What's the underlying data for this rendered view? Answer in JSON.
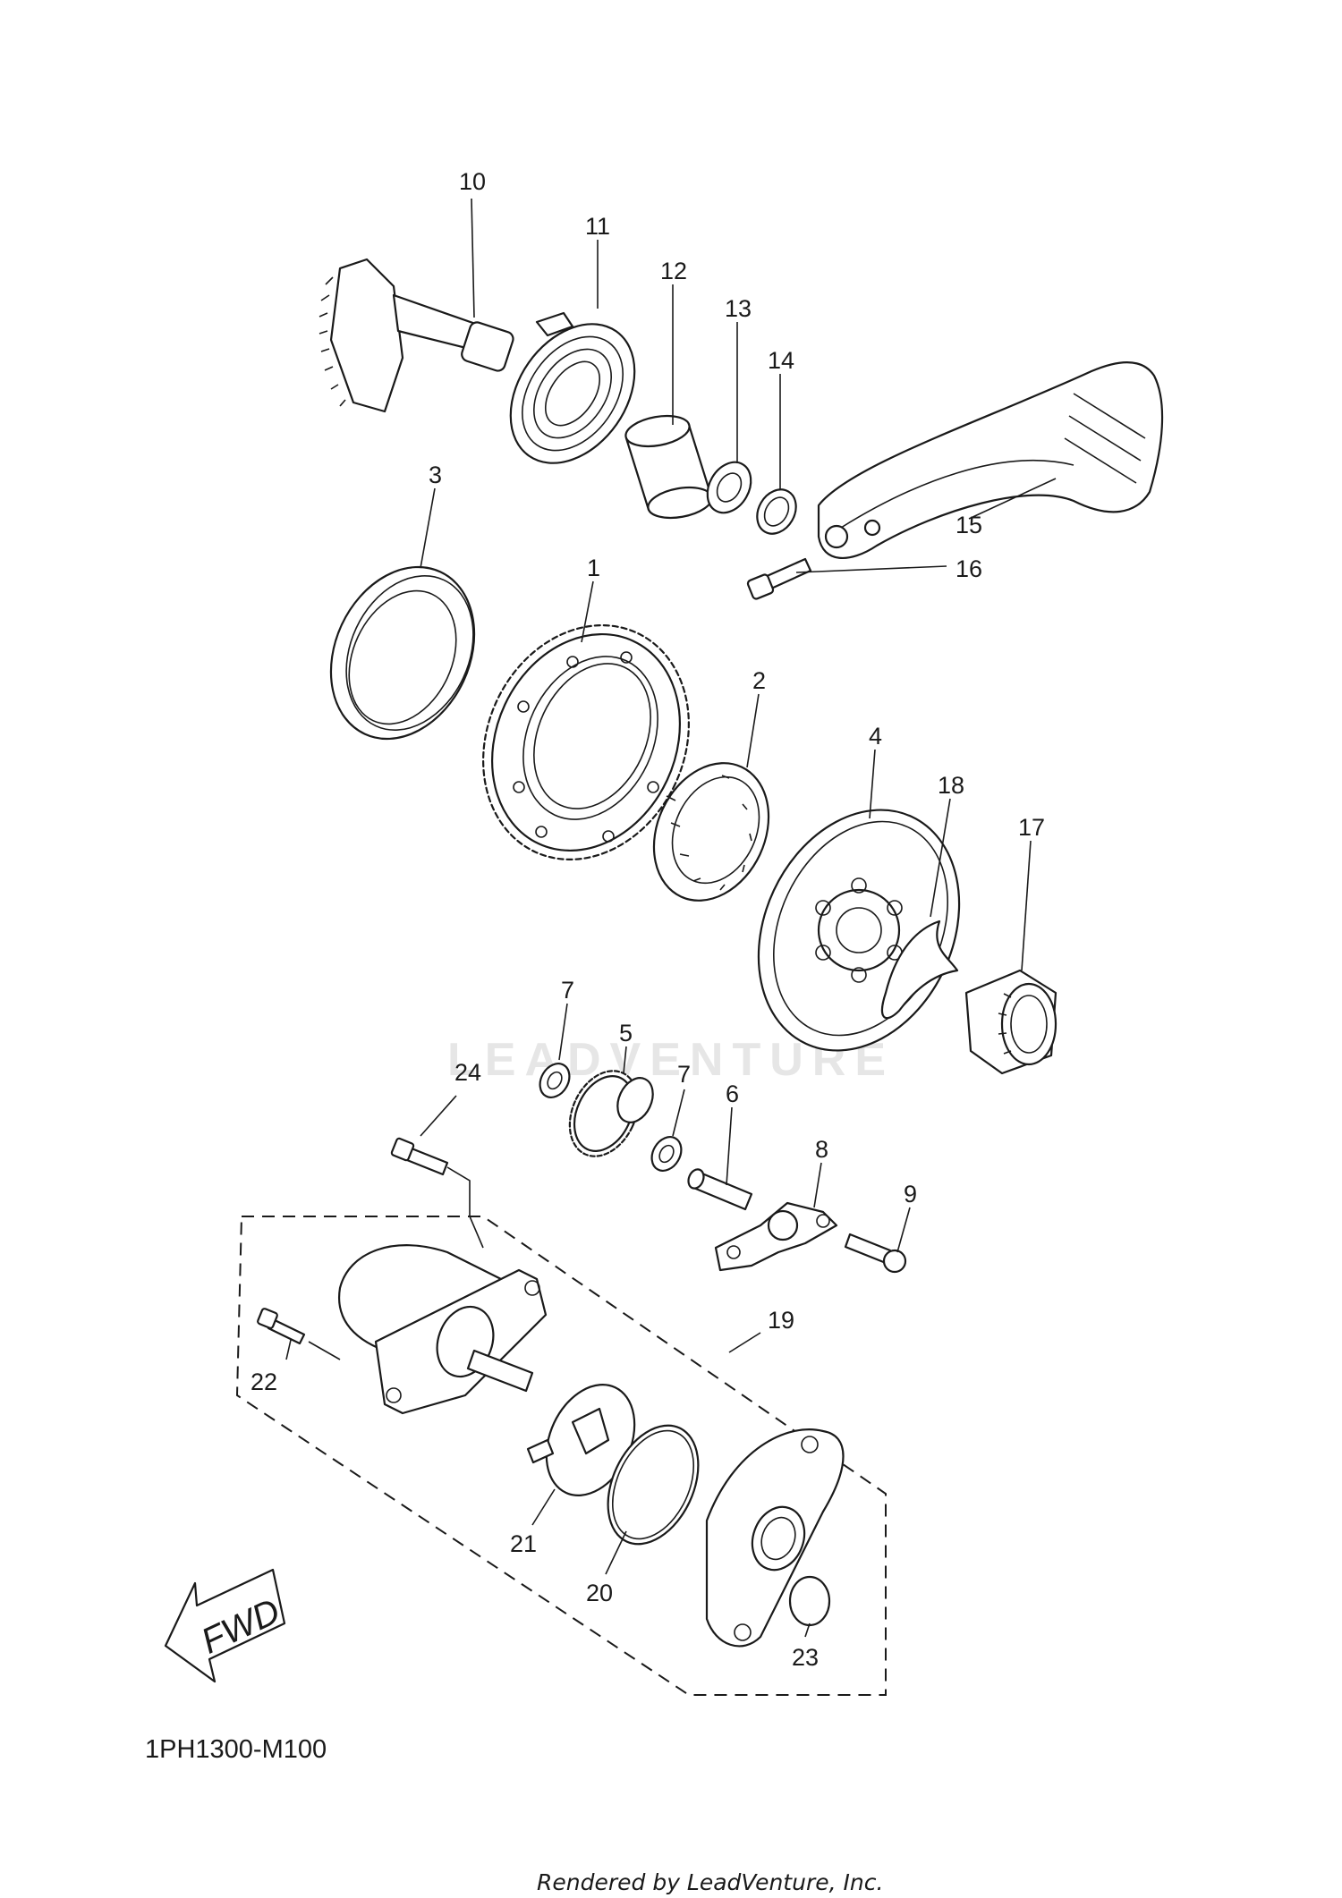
{
  "diagram": {
    "code": "1PH1300-M100",
    "footer": "Rendered by LeadVenture, Inc.",
    "watermark": "LEADVENTURE",
    "fwd_label": "FWD",
    "callouts": {
      "c1": "1",
      "c2": "2",
      "c3": "3",
      "c4": "4",
      "c5": "5",
      "c6": "6",
      "c7a": "7",
      "c7b": "7",
      "c8": "8",
      "c9": "9",
      "c10": "10",
      "c11": "11",
      "c12": "12",
      "c13": "13",
      "c14": "14",
      "c15": "15",
      "c16": "16",
      "c17": "17",
      "c18": "18",
      "c19": "19",
      "c20": "20",
      "c21": "21",
      "c22": "22",
      "c23": "23",
      "c24": "24"
    }
  }
}
